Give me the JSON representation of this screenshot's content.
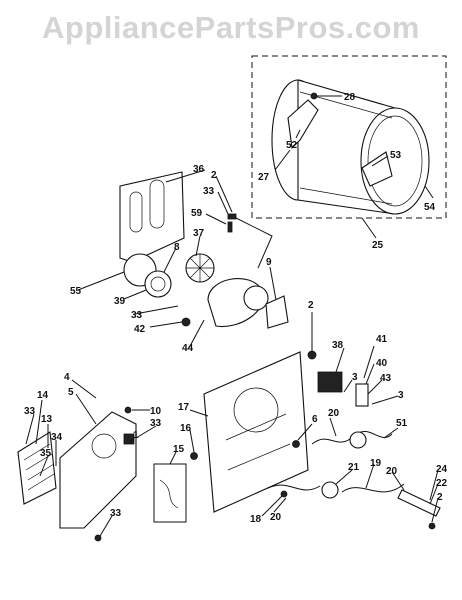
{
  "watermark": "AppliancePartsPros.com",
  "callouts": {
    "c28": "28",
    "c52": "52",
    "c27": "27",
    "c53": "53",
    "c54": "54",
    "c25": "25",
    "c36": "36",
    "c2a": "2",
    "c33a": "33",
    "c59": "59",
    "c37": "37",
    "c8": "8",
    "c9": "9",
    "c55": "55",
    "c39": "39",
    "c33b": "33",
    "c42": "42",
    "c44": "44",
    "c2b": "2",
    "c38": "38",
    "c41": "41",
    "c40": "40",
    "c3a": "3",
    "c43": "43",
    "c3b": "3",
    "c4": "4",
    "c5": "5",
    "c10": "10",
    "c17": "17",
    "c14": "14",
    "c13": "13",
    "c33c": "33",
    "c33d": "33",
    "c1": "1",
    "c34": "34",
    "c35": "35",
    "c16": "16",
    "c6": "6",
    "c20a": "20",
    "c51": "51",
    "c15": "15",
    "c21": "21",
    "c19": "19",
    "c20b": "20",
    "c24": "24",
    "c22": "22",
    "c2c": "2",
    "c33e": "33",
    "c18": "18",
    "c20c": "20"
  }
}
